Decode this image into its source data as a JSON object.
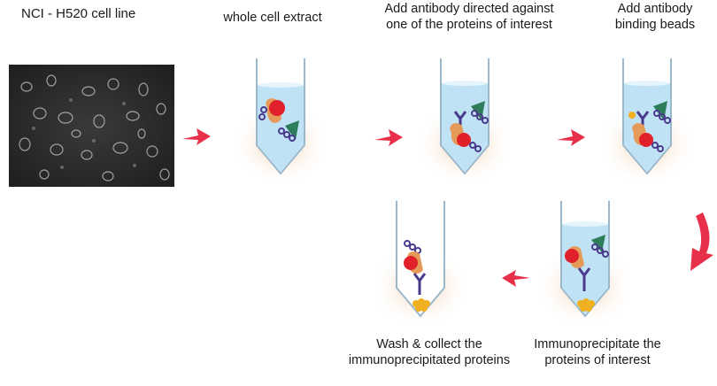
{
  "labels": {
    "cell_line": "NCI - H520 cell line",
    "extract": "whole cell extract",
    "antibody": [
      "Add antibody directed against",
      "one of the proteins of interest"
    ],
    "beads": [
      "Add antibody",
      "binding beads"
    ],
    "immunoprecipitate": [
      "Immunoprecipitate the",
      "proteins of interest"
    ],
    "wash": [
      "Wash & collect the",
      "immunoprecipitated proteins"
    ]
  },
  "colors": {
    "arrow": "#e8304a",
    "liquid": "#bfe3f5",
    "tube_outline": "#9ab8cc",
    "glow": "#f3c9a2",
    "red_protein": "#e0202a",
    "orange_protein": "#e69a5a",
    "green_protein": "#2e7d5a",
    "antibody": "#4a3a8c",
    "bead": "#f0b020"
  }
}
